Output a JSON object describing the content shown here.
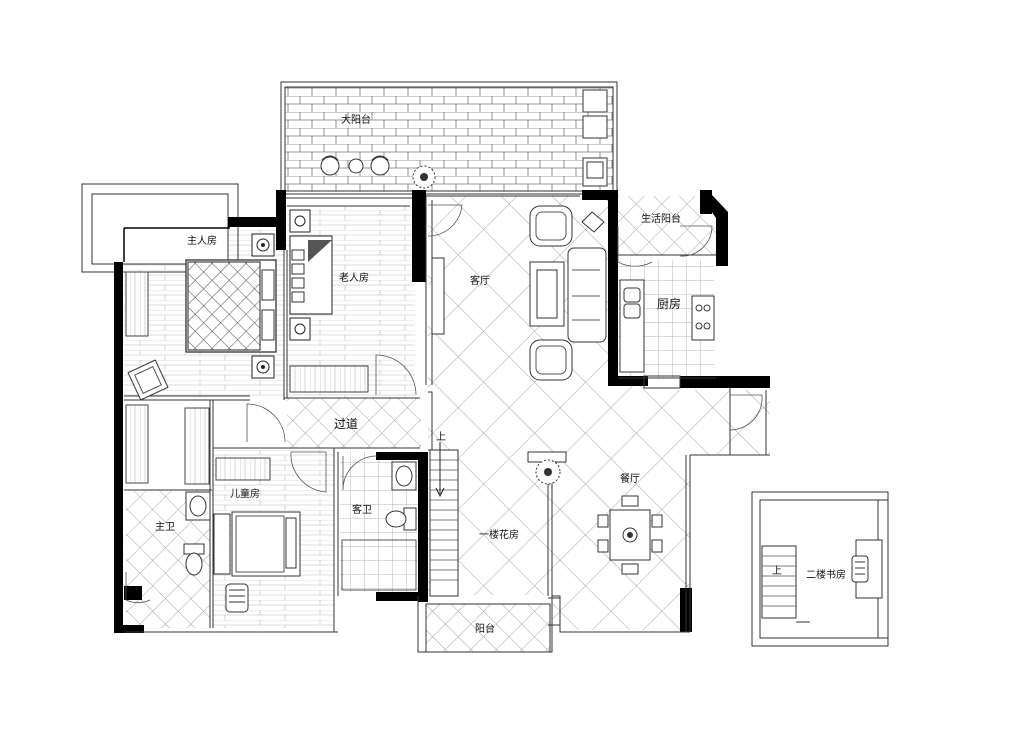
{
  "plan": {
    "labels": {
      "big_balcony": "大阳台",
      "master_bedroom": "主人房",
      "elder_room": "老人房",
      "living_room": "客厅",
      "laundry_balcony": "生活阳台",
      "kitchen": "厨房",
      "corridor": "过道",
      "child_room": "儿童房",
      "master_bath": "主卫",
      "guest_bath": "客卫",
      "garden_room": "一楼花房",
      "dining": "餐厅",
      "porch": "阳台",
      "study": "二楼书房",
      "stair_up": "上",
      "stair_up_inset": "上"
    }
  }
}
